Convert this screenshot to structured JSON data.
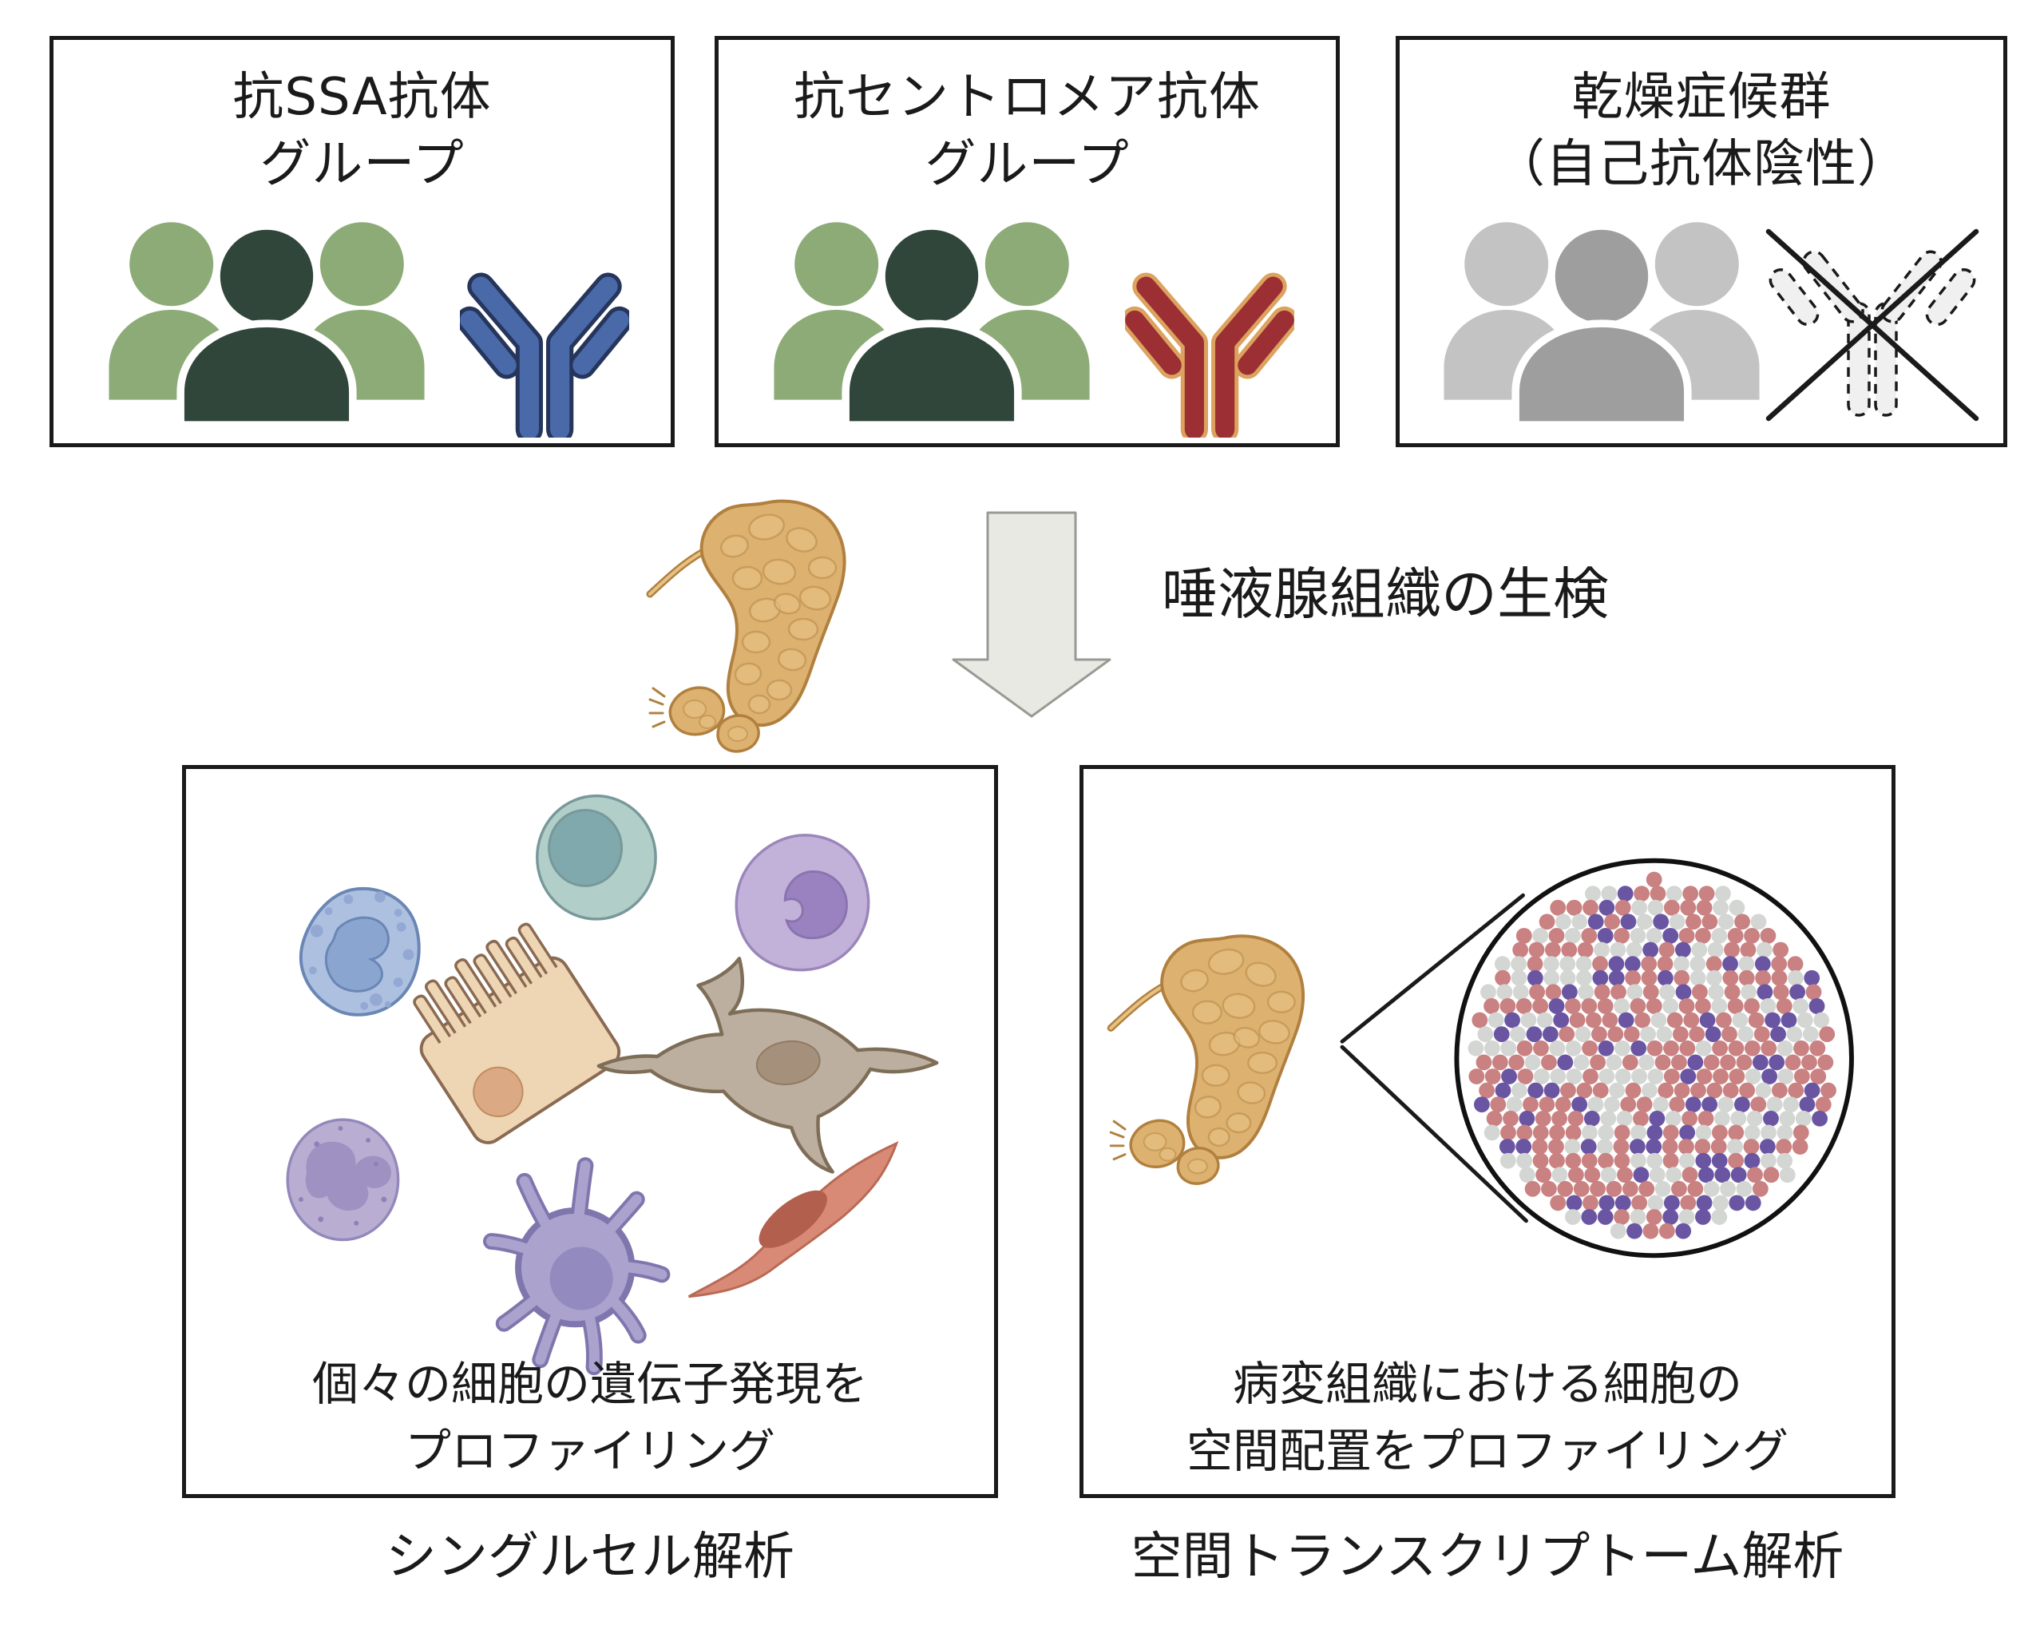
{
  "top_boxes": [
    {
      "id": "anti-ssa",
      "title": [
        "抗SSA抗体",
        "グループ"
      ]
    },
    {
      "id": "anti-centromere",
      "title": [
        "抗セントロメア抗体",
        "グループ"
      ]
    },
    {
      "id": "sicca",
      "title": [
        "乾燥症候群",
        "（自己抗体陰性）"
      ]
    }
  ],
  "biopsy": {
    "arrow_label": "唾液腺組織の生検"
  },
  "single_cell": {
    "text_line1": "個々の細胞の遺伝子発現を",
    "text_line2": "プロファイリング",
    "caption": "シングルセル解析"
  },
  "spatial": {
    "text_line1": "病変組織における細胞の",
    "text_line2": "空間配置をプロファイリング",
    "caption": "空間トランスクリプトーム解析"
  },
  "icons": {
    "people_group": "people-group-icon",
    "antibody": "antibody-y-icon",
    "antibody_negative": "crossed-out-antibody-icon",
    "salivary_gland": "salivary-gland-icon",
    "down_arrow": "down-arrow-icon",
    "spot_circle": "spatial-spot-magnifier-icon"
  },
  "colors": {
    "text": "#1a1a1a",
    "box_border": "#1a1a1a",
    "person_green_light": "#8dab77",
    "person_green_dark": "#31463a",
    "person_gray_light": "#c3c3c3",
    "person_gray_dark": "#9e9e9e",
    "antibody_blue_fill": "#4a69a8",
    "antibody_blue_outline": "#26355c",
    "antibody_red_fill": "#9b2f33",
    "antibody_red_outline": "#dca25e",
    "antibody_negative_fill": "#f0f0f0",
    "antibody_negative_outline": "#1a1a1a",
    "arrow_fill": "#e9e9e4",
    "arrow_outline": "#9a9a94",
    "gland_fill": "#ddb271",
    "gland_outline": "#b1803f",
    "gland_detail": "#c1924f",
    "spot_rose": "#c98181",
    "spot_purple": "#6a55a3",
    "spot_gray": "#d3d6d3",
    "cell_teal": "#b1cec9",
    "cell_purple": "#c2b1d8",
    "cell_blue": "#adc0e0",
    "cell_beige": "#eed6b4",
    "cell_taupe": "#bdafa0",
    "cell_lavender": "#b9aed2",
    "cell_dendritic": "#aba3cd",
    "cell_salmon": "#d98a76"
  }
}
